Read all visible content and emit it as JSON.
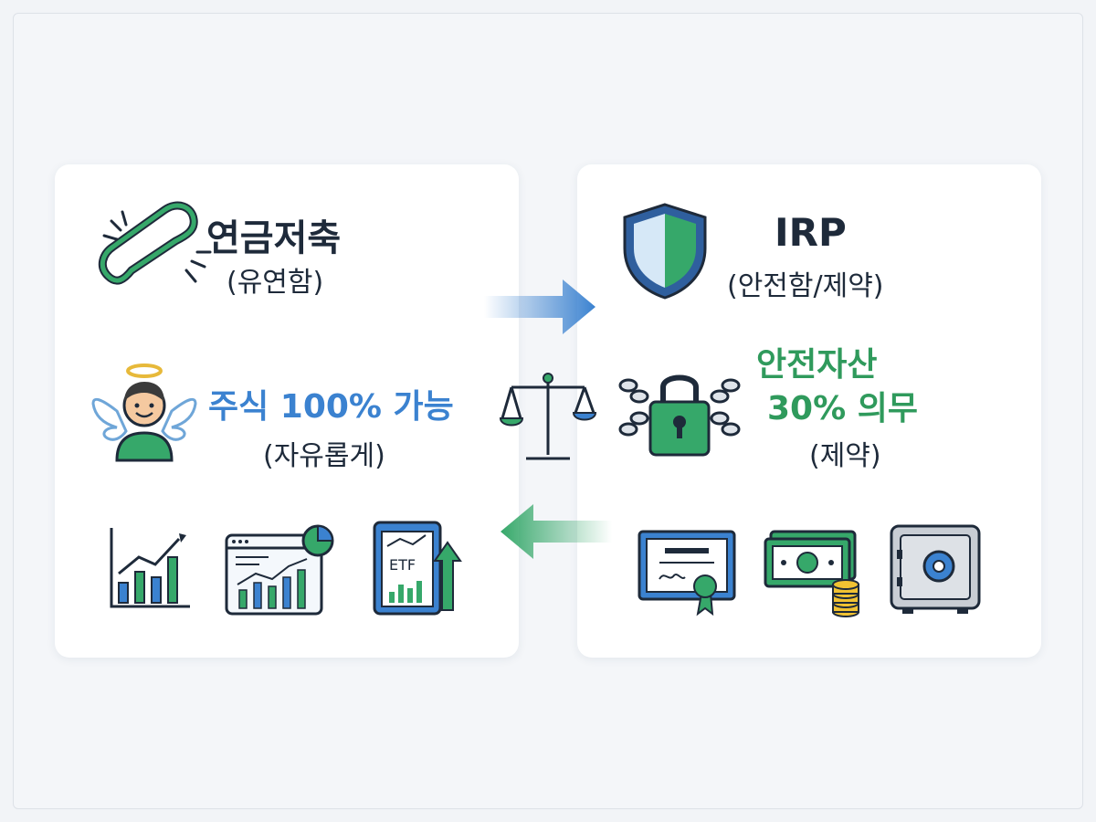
{
  "left_panel": {
    "title": "연금저축",
    "subtitle": "(유연함)",
    "feature": "주식 100% 가능",
    "feature_note": "(자유롭게)",
    "icons": [
      "flexible-band-icon",
      "angel-person-icon",
      "growth-chart-icon",
      "dashboard-chart-icon",
      "etf-document-icon"
    ]
  },
  "right_panel": {
    "title": "IRP",
    "subtitle": "(안전함/제약)",
    "feature_line1": "안전자산",
    "feature_line2": "30% 의무",
    "feature_note": "(제약)",
    "icons": [
      "shield-icon",
      "chained-lock-icon",
      "certificate-icon",
      "cash-coins-icon",
      "safe-icon"
    ]
  },
  "center": {
    "icons": [
      "arrow-right-icon",
      "balance-scale-icon",
      "arrow-left-icon"
    ]
  },
  "colors": {
    "blue_accent": "#3b82d0",
    "green_accent": "#2f9a5c",
    "dark_text": "#1e2a3a",
    "card_bg": "#ffffff",
    "page_bg": "#f2f4f7"
  }
}
